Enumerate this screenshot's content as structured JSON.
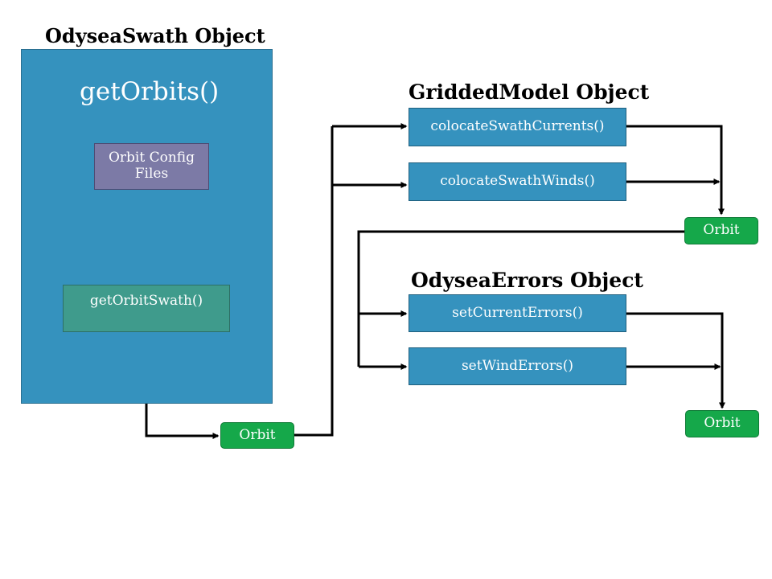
{
  "diagram": {
    "swath_object": {
      "title": "OdyseaSwath Object",
      "method": "getOrbits()",
      "config_files": "Orbit Config Files",
      "orbit_swath": "getOrbitSwath()"
    },
    "gridded_model": {
      "title": "GriddedModel Object",
      "currents": "colocateSwathCurrents()",
      "winds": "colocateSwathWinds()"
    },
    "errors_object": {
      "title": "OdyseaErrors Object",
      "current_errors": "setCurrentErrors()",
      "wind_errors": "setWindErrors()"
    },
    "orbit_nodes": {
      "swath_output": "Orbit",
      "model_output": "Orbit",
      "errors_output": "Orbit"
    }
  }
}
